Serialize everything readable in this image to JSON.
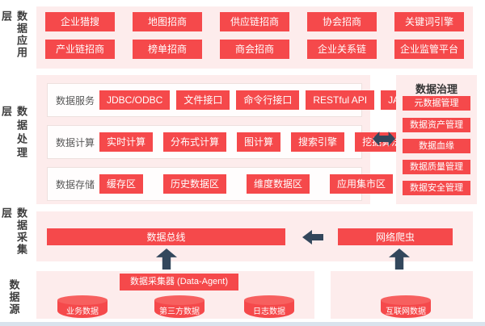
{
  "colors": {
    "accent_red": "#f5494b",
    "panel_pink": "#fdecec",
    "arrow_navy": "#33475c",
    "subbox_background": "#fffdfd",
    "bottom_strip_blue": "#d9e3ed"
  },
  "layers": {
    "application": {
      "label": "数据应用层",
      "row1": [
        "企业猎搜",
        "地图招商",
        "供应链招商",
        "协会招商",
        "关键词引擎"
      ],
      "row2": [
        "产业链招商",
        "榜单招商",
        "商会招商",
        "企业关系链",
        "企业监管平台"
      ]
    },
    "processing": {
      "label": "数据处理层",
      "groups": [
        {
          "name": "数据服务",
          "items": [
            "JDBC/ODBC",
            "文件接口",
            "命令行接口",
            "RESTful API",
            "JAVA/Python接口"
          ]
        },
        {
          "name": "数据计算",
          "items": [
            "实时计算",
            "分布式计算",
            "图计算",
            "搜索引擎",
            "挖掘算法"
          ]
        },
        {
          "name": "数据存储",
          "items": [
            "缓存区",
            "历史数据区",
            "维度数据区",
            "应用集市区"
          ]
        }
      ]
    },
    "governance": {
      "title": "数据治理",
      "items": [
        "元数据管理",
        "数据资产管理",
        "数据血缘",
        "数据质量管理",
        "数据安全管理"
      ]
    },
    "collection": {
      "label": "数据采集层",
      "bus_label": "数据总线",
      "crawler_label": "网络爬虫"
    },
    "source": {
      "label": "数据源",
      "agent_label": "数据采集器 (Data-Agent)",
      "databases": [
        "业务数据",
        "第三方数据",
        "日志数据"
      ],
      "internet_database": "互联网数据"
    }
  }
}
